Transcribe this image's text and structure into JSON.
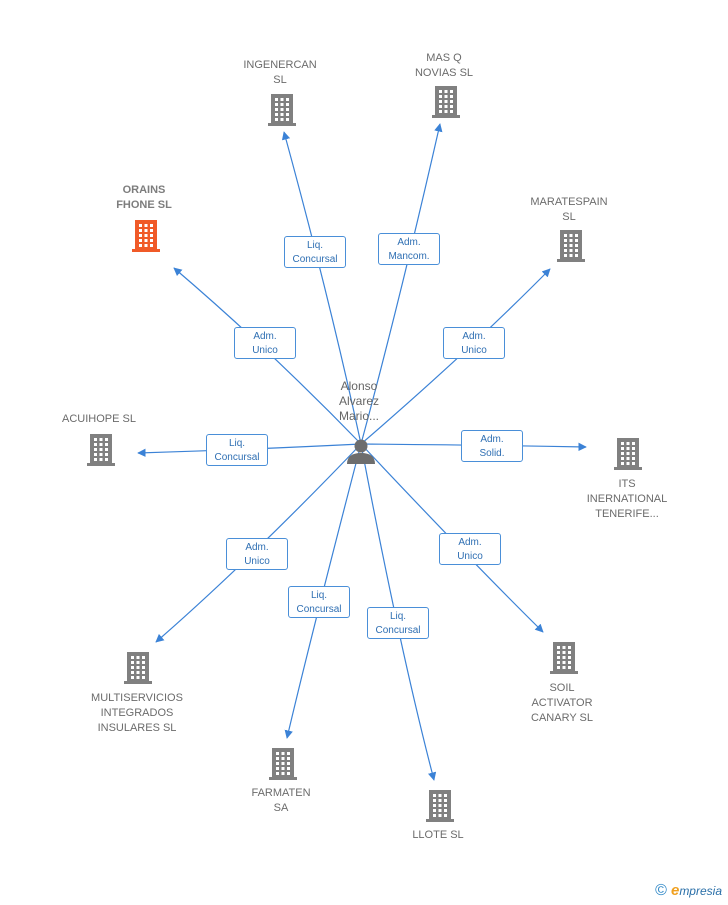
{
  "center": {
    "label": "Alonso\nAlvarez\nMario..."
  },
  "companies": [
    {
      "key": "ingenercan",
      "label": "INGENERCAN\nSL",
      "highlight": false
    },
    {
      "key": "masq",
      "label": "MAS Q\nNOVIAS  SL",
      "highlight": false
    },
    {
      "key": "orains",
      "label": "ORAINS\nFHONE  SL",
      "highlight": true
    },
    {
      "key": "maratespain",
      "label": "MARATESPAIN\nSL",
      "highlight": false
    },
    {
      "key": "acuihope",
      "label": "ACUIHOPE SL",
      "highlight": false
    },
    {
      "key": "its",
      "label": "ITS\nINERNATIONAL\nTENERIFE...",
      "highlight": false
    },
    {
      "key": "multiservicios",
      "label": "MULTISERVICIOS\nINTEGRADOS\nINSULARES  SL",
      "highlight": false
    },
    {
      "key": "soil",
      "label": "SOIL\nACTIVATOR\nCANARY  SL",
      "highlight": false
    },
    {
      "key": "farmaten",
      "label": "FARMATEN\nSA",
      "highlight": false
    },
    {
      "key": "llote",
      "label": "LLOTE SL",
      "highlight": false
    }
  ],
  "relations": [
    {
      "to": "ingenercan",
      "role": "Liq.\nConcursal"
    },
    {
      "to": "masq",
      "role": "Adm.\nMancom."
    },
    {
      "to": "orains",
      "role": "Adm.\nUnico"
    },
    {
      "to": "maratespain",
      "role": "Adm.\nUnico"
    },
    {
      "to": "acuihope",
      "role": "Liq.\nConcursal"
    },
    {
      "to": "its",
      "role": "Adm.\nSolid."
    },
    {
      "to": "multiservicios",
      "role": "Adm.\nUnico"
    },
    {
      "to": "soil",
      "role": "Adm.\nUnico"
    },
    {
      "to": "farmaten",
      "role": "Liq.\nConcursal"
    },
    {
      "to": "llote",
      "role": "Liq.\nConcursal"
    }
  ],
  "colors": {
    "edge": "#3b82d6",
    "building": "#808080",
    "building_highlight": "#f05a28",
    "person": "#6d6d6d"
  },
  "footer": {
    "copyright_symbol": "©",
    "brand_first": "e",
    "brand_rest": "mpresia"
  }
}
